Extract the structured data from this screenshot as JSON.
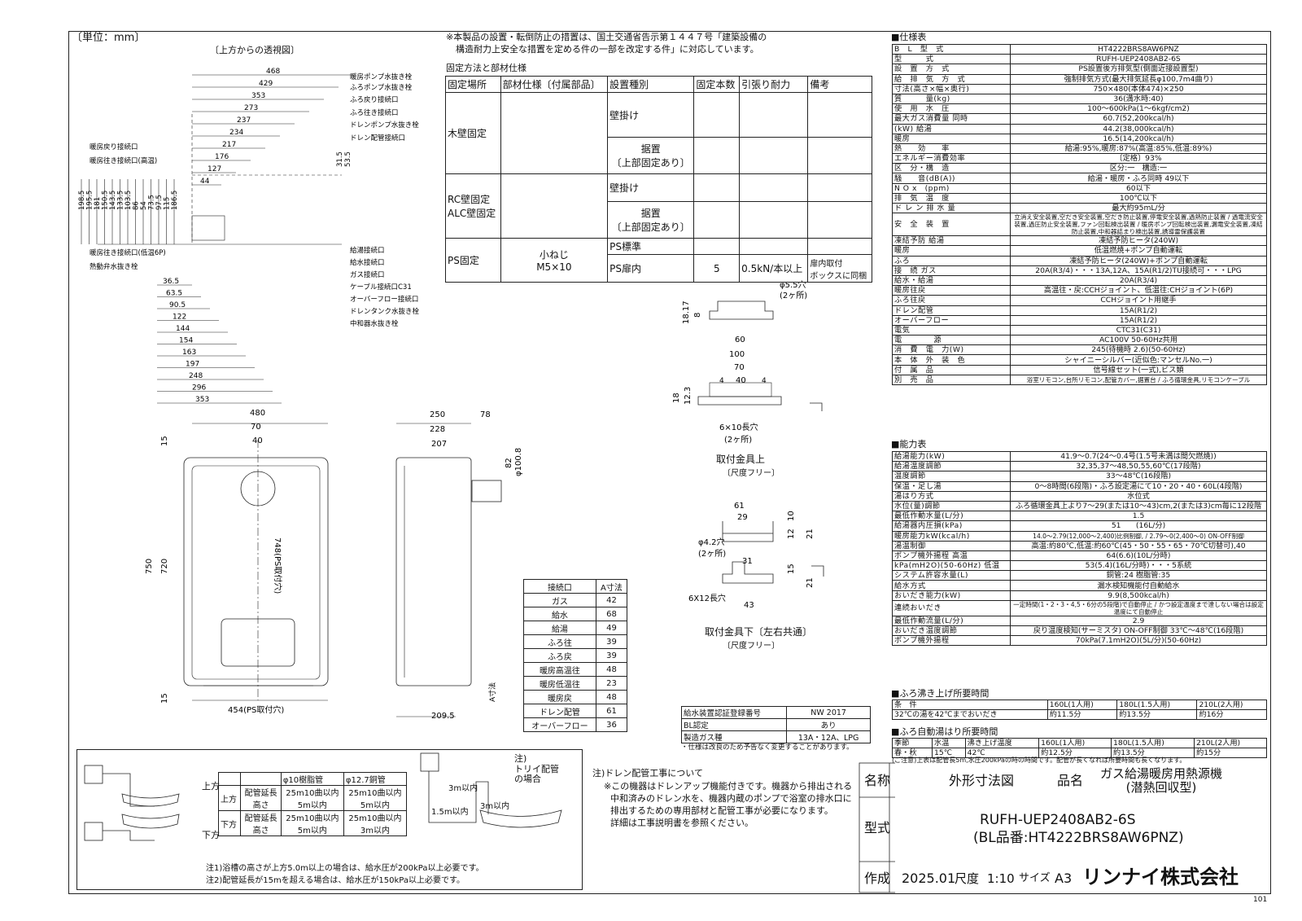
{
  "header": {
    "unit": "〔単位：mm〕",
    "view_title": "〔上方からの透視図〕",
    "note_line1": "※本製品の設置・転倒防止の措置は、国土交通省告示第１４４７号「建築設備の",
    "note_line2": "構造耐力上安全な措置を定める件の一部を改定する件」に対応しています。",
    "fix_title": "固定方法と部材仕様"
  },
  "top_view": {
    "hdims": [
      "468",
      "429",
      "353",
      "273",
      "237",
      "234",
      "217",
      "176",
      "127",
      "44"
    ],
    "vdims": [
      "198.5",
      "195.5",
      "181",
      "150.5",
      "143.5",
      "133.5",
      "103.5",
      "86",
      "54",
      "73.5",
      "97.5",
      "115",
      "186.5"
    ],
    "vdims_right": [
      "31.5",
      "53.5"
    ],
    "left_labels": [
      "暖房戻り接続口",
      "暖房往き接続口(高温)",
      "暖房往き接続口(低温6P)",
      "熱動弁水抜き栓"
    ],
    "right_labels": [
      "暖房ポンプ水抜き栓",
      "ふろポンプ水抜き栓",
      "ふろ戻り接続口",
      "ふろ往き接続口",
      "ドレンポンプ水抜き栓",
      "ドレン配管接続口",
      "給湯接続口",
      "給水接続口",
      "ガス接続口",
      "ケーブル接続口C31",
      "オーバーフロー接続口",
      "ドレンタンク水抜き栓",
      "中和器水抜き栓"
    ],
    "bdims": [
      "36.5",
      "63.5",
      "90.5",
      "122",
      "144",
      "154",
      "163",
      "197",
      "248",
      "296",
      "353"
    ]
  },
  "front_view": {
    "dims": [
      "480",
      "70",
      "40",
      "15",
      "750",
      "720",
      "15",
      "454(PS取付穴)",
      "748(PS取付穴)"
    ]
  },
  "side_view": {
    "dims": [
      "250",
      "78",
      "228",
      "207",
      "82",
      "φ100.8",
      "209.5",
      "A寸法"
    ]
  },
  "fix_table": {
    "headers": [
      "固定場所",
      "部材仕様〔付属部品〕",
      "設置種別",
      "固定本数",
      "引張り耐力",
      "備考"
    ],
    "rows": [
      {
        "place": "木壁固定",
        "types": [
          "壁掛け",
          "据置\n〔上部固定あり〕"
        ]
      },
      {
        "place": "RC壁固定\nALC壁固定",
        "types": [
          "壁掛け",
          "据置\n〔上部固定あり〕"
        ]
      },
      {
        "place": "PS固定",
        "part": "小ねじ\nM5×10",
        "types": [
          "PS標準",
          "PS扉内"
        ],
        "count": "5",
        "force": "0.5kN/本以上",
        "note": "扉内取付\nボックスに同梱"
      }
    ]
  },
  "brackets": {
    "upper_title": "取付金具上",
    "upper_sub": "〔尺度フリー〕",
    "lower_title": "取付金具下〔左右共通〕",
    "lower_sub": "〔尺度フリー〕",
    "b1": [
      "φ5.5穴",
      "(2ヶ所)",
      "60",
      "18.17",
      "8"
    ],
    "b2": [
      "100",
      "70",
      "40",
      "4",
      "4",
      "18",
      "12.3",
      "6×10長穴",
      "(2ヶ所)"
    ],
    "b3": [
      "61",
      "29",
      "φ4.2穴",
      "(2ヶ所)",
      "10",
      "21",
      "12"
    ],
    "b4": [
      "31",
      "15",
      "21",
      "43",
      "6X12長穴"
    ]
  },
  "a_table": {
    "headers": [
      "接続口",
      "A寸法"
    ],
    "rows": [
      [
        "ガス",
        "42"
      ],
      [
        "給水",
        "68"
      ],
      [
        "給湯",
        "49"
      ],
      [
        "ふろ往",
        "39"
      ],
      [
        "ふろ戻",
        "39"
      ],
      [
        "暖房高温往",
        "48"
      ],
      [
        "暖房低温往",
        "23"
      ],
      [
        "暖房戻",
        "48"
      ],
      [
        "ドレン配管",
        "61"
      ],
      [
        "オーバーフロー",
        "36"
      ]
    ]
  },
  "cert": {
    "rows": [
      [
        "給水装置認証登録番号",
        "NW 2017"
      ],
      [
        "BL認定",
        "あり"
      ],
      [
        "製造ガス種",
        "13A・12A、LPG"
      ]
    ],
    "note": "・仕様は改良のため予告なく変更することがあります。"
  },
  "pipe_box": {
    "headers": [
      "",
      "",
      "φ10樹脂管",
      "φ12.7銅管"
    ],
    "rows": [
      [
        "上方",
        "配管延長\n高さ",
        "25m10曲以内\n5m以内",
        "25m10曲以内\n5m以内"
      ],
      [
        "下方",
        "配管延長\n高さ",
        "25m10曲以内\n5m以内",
        "25m10曲以内\n3m以内"
      ]
    ],
    "side_up": "上方",
    "side_down": "下方",
    "gutter_note": "注)\nトリイ配管\nの場合",
    "h_labels": [
      "3m以内",
      "3m以内",
      "1.5m以内"
    ],
    "note1": "注1)浴槽の高さが上方5.0m以上の場合は、給水圧が200kPa以上必要です。",
    "note2": "注2)配管延長が15mを超える場合は、給水圧が150kPa以上必要です。"
  },
  "drain_note": {
    "title": "注)ドレン配管工事について",
    "lines": [
      "※この機器はドレンアップ機能付きです。機器から排出される",
      "中和済みのドレン水を、機器内蔵のポンプで浴室の排水口に",
      "排出するための専用部材と配管工事が必要になります。",
      "詳細は工事説明書を参照ください。"
    ]
  },
  "spec": {
    "title": "■仕様表",
    "rows": [
      [
        "B　L　型　式",
        "HT4222BRS8AW6PNZ"
      ],
      [
        "型　　　式",
        "RUFH-UEP2408AB2-6S"
      ],
      [
        "設　置　方　式",
        "PS設置後方排気型(側面近接設置型)"
      ],
      [
        "給　排　気　方　式",
        "強制排気方式(最大排気延長φ100,7m4曲り)"
      ],
      [
        "寸法(高さ×幅×奥行)",
        "750×480(本体474)×250"
      ],
      [
        "質　　　量(kg)",
        "36(満水時:40)"
      ],
      [
        "使　用　水　圧",
        "100〜600kPa(1〜6kgf/cm2)"
      ],
      [
        "最大ガス消費量|同時",
        "60.7(52,200kcal/h)"
      ],
      [
        "(kW)|給湯",
        "44.2(38,000kcal/h)"
      ],
      [
        "|暖房",
        "16.5(14,200kcal/h)"
      ],
      [
        "熱　　効　　率",
        "給湯:95%,暖房:87%(高温:85%,低温:89%)"
      ],
      [
        "エネルギー消費効率",
        "〔定格〕93%"
      ],
      [
        "区　分・構　造",
        "区分:一　構造:一"
      ],
      [
        "騒　　音(dB(A))",
        "給湯・暖房・ふろ同時 49以下"
      ],
      [
        "N O x　(ppm)",
        "60以下"
      ],
      [
        "排　気　温　度",
        "100℃以下"
      ],
      [
        "ド レ ン 排 水 量",
        "最大約95mL/分"
      ],
      [
        "安　全　装　置",
        "立消え安全装置,空だき安全装置,空だき防止装置,停電安全装置,過熱防止装置|過電流安全装置,過圧防止安全装置,ファン回転検出装置|暖房ポンプ回転検出装置,漏電安全装置,凍結防止装置,中和器詰まり検出装置,誘導雷保護装置"
      ],
      [
        "凍結予防|給湯",
        "凍結予防ヒータ(240W)"
      ],
      [
        "|暖房",
        "低温燃焼+ポンプ自動運転"
      ],
      [
        "|ふろ",
        "凍結予防ヒータ(240W)+ポンプ自動運転"
      ],
      [
        "接　続|ガス",
        "20A(R3/4)・・・13A,12A、15A(R1/2)TU接続可・・・LPG"
      ],
      [
        "|給水・給湯",
        "20A(R3/4)"
      ],
      [
        "|暖房往戻",
        "高温往・戻:CCHジョイント、低温往:CHジョイント(6P)"
      ],
      [
        "|ふろ往戻",
        "CCHジョイント用継手"
      ],
      [
        "|ドレン配管",
        "15A(R1/2)"
      ],
      [
        "|オーバーフロー",
        "15A(R1/2)"
      ],
      [
        "|電気",
        "CTC31(C31)"
      ],
      [
        "電　　　　源",
        "AC100V 50-60Hz共用"
      ],
      [
        "消　費　電　力(W)",
        "245(待機時 2.6)(50-60Hz)"
      ],
      [
        "本　体　外　装　色",
        "シャイニーシルバー(近似色:マンセルNo.一)"
      ],
      [
        "付　属　品",
        "信号線セット(一式),ビス類"
      ],
      [
        "別　売　品",
        "浴室リモコン,台所リモコン,配管カバー,据置台|ふろ循環金具,リモコンケーブル"
      ]
    ]
  },
  "capacity": {
    "title": "■能力表",
    "rows": [
      [
        "給湯能力(kW)",
        "41.9〜0.7(24〜0.4号(1.5号未満は間欠燃焼))"
      ],
      [
        "給湯温度調節",
        "32,35,37〜48,50,55,60℃(17段階)"
      ],
      [
        "温度調節",
        "33〜48℃(16段階)"
      ],
      [
        "保温・足し湯",
        "0〜8時間(6段階)・ふろ設定湯にて10・20・40・60L(4段階)"
      ],
      [
        "湯はり方式",
        "水位式"
      ],
      [
        "水位(量)調節",
        "ふろ循環金具上より7〜29(または10〜43)cm,2(または3)cm毎に12段階"
      ],
      [
        "最低作動水量(L/分)",
        "1.5"
      ],
      [
        "給湯器内圧損(kPa)",
        "51　　(16L/分)"
      ],
      [
        "暖房能力kW(kcal/h)",
        "14.0〜2.79(12,000〜2,400)比例制御,|2.79〜0(2,400〜0) ON-OFF制御"
      ],
      [
        "湯温制御",
        "高温:約80℃,低温:約60℃(45・50・55・65・70℃切替可),40"
      ],
      [
        "ポンプ機外揚程|高温",
        "64(6.6)(10L/分時)"
      ],
      [
        "kPa(mH2O)(50-60Hz)|低温",
        "53(5.4)(16L/分時)・・・5系統"
      ],
      [
        "システム許容水量(L)",
        "銅管:24 樹脂管:35"
      ],
      [
        "給水方式",
        "漏水検知機能付自動給水"
      ],
      [
        "おいだき能力(kW)",
        "9.9(8,500kcal/h)"
      ],
      [
        "連続おいだき",
        "一定時間(1・2・3・4,5・6分の5段階)で自動停止|かつ設定温度まで達しない場合は設定温度にて自動停止"
      ],
      [
        "最低作動流量(L/分)",
        "2.9"
      ],
      [
        "おいだき温度調節",
        "戻り温度検知(サーミスタ) ON-OFF制御 33℃〜48℃(16段階)"
      ],
      [
        "ポンプ機外揚程",
        "70kPa(7.1mH2O)(5L/分)(50-60Hz)"
      ]
    ]
  },
  "bath_time": {
    "title": "■ふろ沸き上げ所要時間",
    "headers": [
      "条　件",
      "160L(1人用)",
      "180L(1.5人用)",
      "210L(2人用)"
    ],
    "row": [
      "32℃の湯を42℃までおいだき",
      "約11.5分",
      "約13.5分",
      "約16分"
    ]
  },
  "auto_fill": {
    "title": "■ふろ自動湯はり所要時間",
    "headers": [
      "季節",
      "水温",
      "沸き上げ温度",
      "160L(1人用)",
      "180L(1.5人用)",
      "210L(2人用)"
    ],
    "row": [
      "春・秋",
      "15℃",
      "42℃",
      "約12.5分",
      "約13.5分",
      "約15分"
    ],
    "note": "(ご注意)上表は配管長5m,水圧200kPaの時の時間です。配管が長くなれば所要時間も長くなります。"
  },
  "title_block": {
    "name_label": "名称",
    "name": "外形寸法図",
    "product_label": "品名",
    "product": "ガス給湯暖房用熱源機\n(潜熱回収型)",
    "model_label": "型式",
    "model": "RUFH-UEP2408AB2-6S",
    "bl_model": "(BL品番:HT4222BRS8AW6PNZ)",
    "made_label": "作成",
    "date": "2025.01",
    "scale_label": "尺度",
    "scale": "1:10",
    "size_label": "サイズ",
    "size": "A3",
    "company": "リンナイ株式会社"
  },
  "page_no": "101"
}
